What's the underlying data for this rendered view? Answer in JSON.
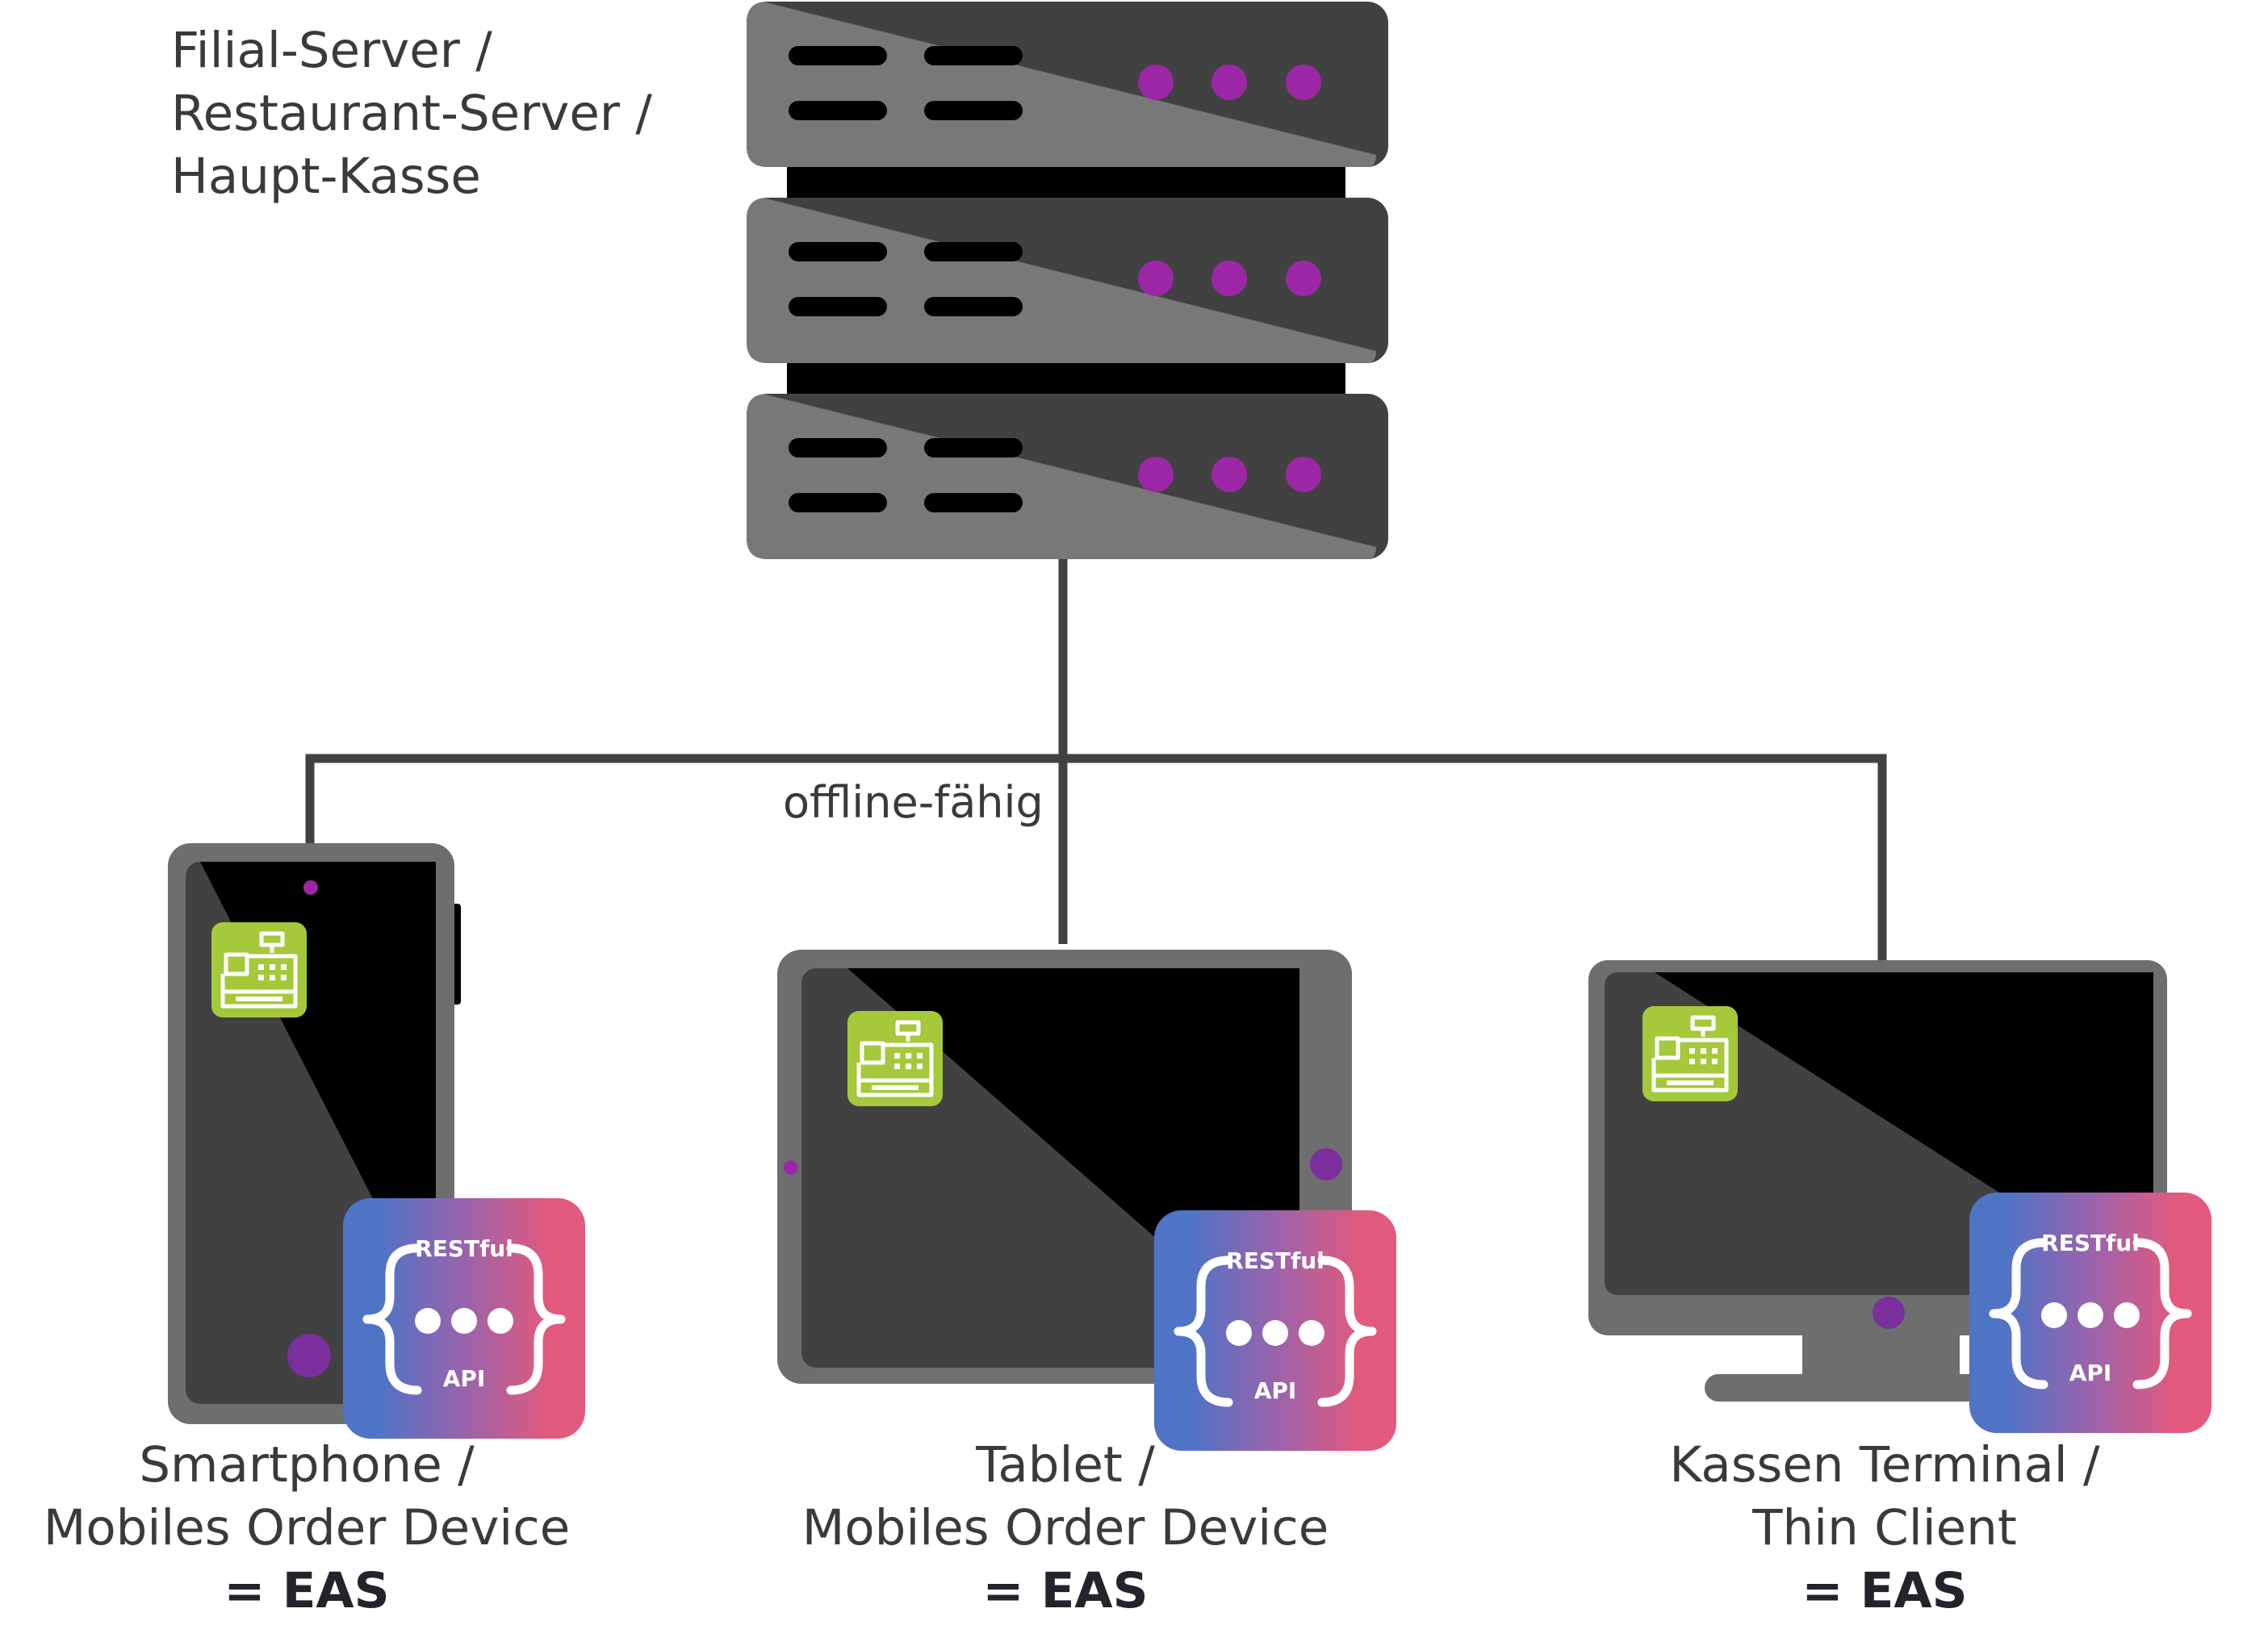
{
  "server": {
    "label_lines": [
      "Filial-Server /",
      "Restaurant-Server /",
      "Haupt-Kasse"
    ]
  },
  "network": {
    "label": "offline-fähig"
  },
  "devices": [
    {
      "id": "smartphone",
      "line1": "Smartphone /",
      "line2": "Mobiles Order Device",
      "result": "= EAS"
    },
    {
      "id": "tablet",
      "line1": "Tablet /",
      "line2": "Mobiles Order Device",
      "result": "= EAS"
    },
    {
      "id": "terminal",
      "line1": "Kassen Terminal /",
      "line2": "Thin Client",
      "result": "= EAS"
    }
  ],
  "api_badge": {
    "top_text": "RESTful",
    "bottom_text": "API"
  },
  "icons": {
    "server": "server-rack-icon",
    "cash_register": "cash-register-icon",
    "api": "restful-api-icon"
  },
  "colors": {
    "device_frame": "#6e6e6e",
    "device_screen": "#000000",
    "server_dark": "#414141",
    "server_light": "#787878",
    "led": "#9c27a6",
    "line": "#414141",
    "cash_icon_bg": "#a5c93a",
    "api_gradient_start": "#4f74c6",
    "api_gradient_end": "#e25a7d"
  }
}
